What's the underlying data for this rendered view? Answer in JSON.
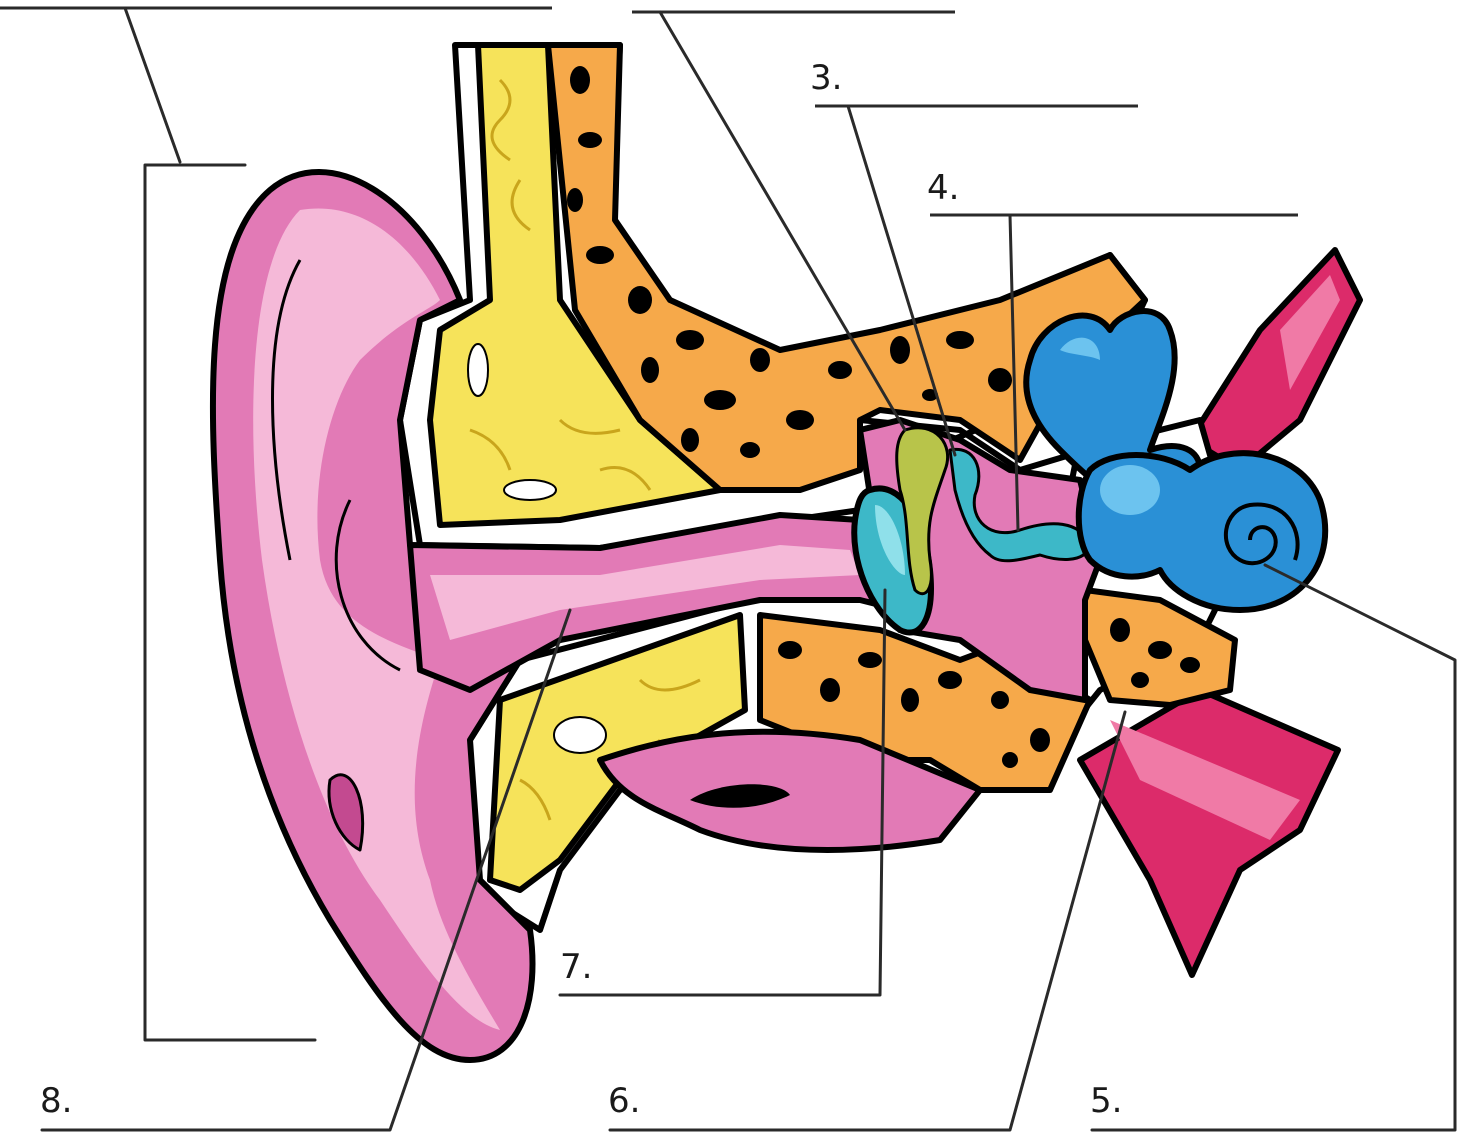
{
  "labels": {
    "l3": "3.",
    "l4": "4.",
    "l5": "5.",
    "l6": "6.",
    "l7": "7.",
    "l8": "8."
  },
  "icons": [
    "ear-anatomy-illustration"
  ],
  "colors": {
    "skin_pink": "#e27ab6",
    "skin_light": "#f5b9d8",
    "canal_pink": "#ef9fcb",
    "cartilage_yellow": "#f6e35a",
    "bone_orange": "#f6a94a",
    "cochlea_blue": "#2a90d6",
    "eardrum_teal": "#3db8c8",
    "ossicle_green": "#b8c44a",
    "nerve_red": "#dc2b6a"
  }
}
